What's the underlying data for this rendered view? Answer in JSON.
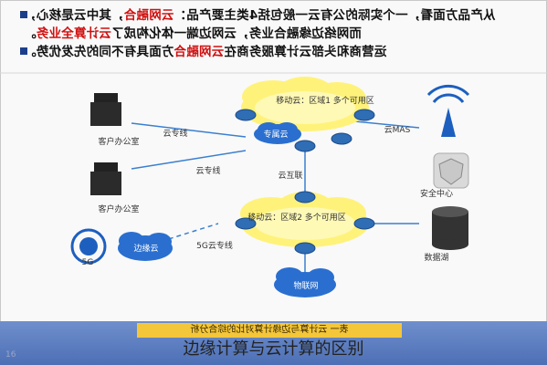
{
  "slide": {
    "bullets": [
      {
        "prefix": "从产品方面看，一个实际的公有云一般包括4类主要产品：",
        "highlight": "云网融合",
        "suffix": "，其中云是核心，"
      },
      {
        "prefix": "而网络边缘融合业务，云网边端一体化构成了",
        "highlight": "云计算全业务",
        "suffix": "。"
      },
      {
        "prefix": "运营商和头部云计算服务商在",
        "highlight": "云网融合",
        "suffix": "方面具有不同的先发优势。"
      }
    ],
    "caption_inner": "表一 云计算与边缘计算对比的综合分析",
    "page_number": "16"
  },
  "diagram": {
    "clouds": [
      {
        "label": "移动云：区域1\n多个可用区"
      },
      {
        "label": "移动云：区域2\n多个可用区"
      },
      {
        "label": "专属云"
      },
      {
        "label": "边缘云"
      },
      {
        "label": "物联网"
      }
    ],
    "edge_labels": [
      "云专线",
      "云专线",
      "云互联",
      "5G云专线",
      "云MAS"
    ],
    "nodes": [
      {
        "label": "客户办公室"
      },
      {
        "label": "客户办公室"
      },
      {
        "label": "5G"
      },
      {
        "label": "安全中心"
      },
      {
        "label": "数据湖"
      }
    ]
  },
  "footer": {
    "title": "边缘计算与云计算的区别"
  },
  "colors": {
    "router": "#2f6db5",
    "cloud_yellow": "#ffef55",
    "cloud_blue": "#2a6fd0",
    "accent_red": "#d01010"
  }
}
